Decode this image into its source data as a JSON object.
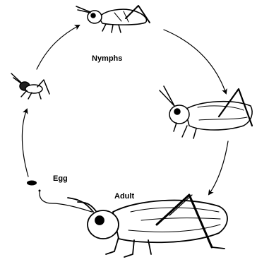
{
  "diagram": {
    "type": "life-cycle",
    "stages": [
      {
        "id": "egg",
        "label": "Egg"
      },
      {
        "id": "nymph-small",
        "label": ""
      },
      {
        "id": "nymph-large",
        "label": ""
      },
      {
        "id": "adult-young",
        "label": ""
      },
      {
        "id": "adult",
        "label": "Adult"
      }
    ],
    "group_labels": {
      "nymphs": "Nymphs"
    },
    "colors": {
      "ink": "#000000",
      "background": "#ffffff"
    }
  }
}
